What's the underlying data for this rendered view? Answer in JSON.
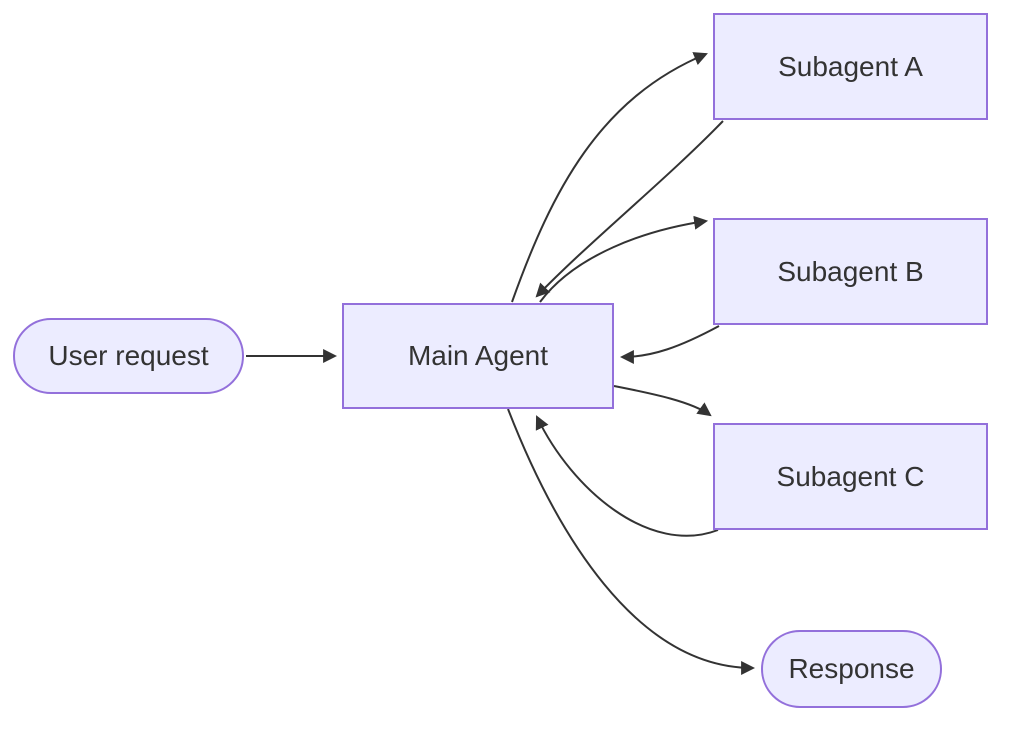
{
  "diagram": {
    "type": "flowchart",
    "direction": "left-to-right",
    "background": "#ffffff",
    "colors": {
      "node_fill": "#ECECFF",
      "node_border": "#9370DB",
      "text": "#333333",
      "edge": "#333333"
    },
    "nodes": {
      "user_request": {
        "label": "User request",
        "shape": "stadium"
      },
      "main_agent": {
        "label": "Main Agent",
        "shape": "rectangle"
      },
      "subagent_a": {
        "label": "Subagent A",
        "shape": "rectangle"
      },
      "subagent_b": {
        "label": "Subagent B",
        "shape": "rectangle"
      },
      "subagent_c": {
        "label": "Subagent C",
        "shape": "rectangle"
      },
      "response": {
        "label": "Response",
        "shape": "stadium"
      }
    },
    "edges": [
      {
        "from": "User request",
        "to": "Main Agent",
        "directed": true
      },
      {
        "from": "Main Agent",
        "to": "Subagent A",
        "directed": true
      },
      {
        "from": "Subagent A",
        "to": "Main Agent",
        "directed": true
      },
      {
        "from": "Main Agent",
        "to": "Subagent B",
        "directed": true
      },
      {
        "from": "Subagent B",
        "to": "Main Agent",
        "directed": true
      },
      {
        "from": "Main Agent",
        "to": "Subagent C",
        "directed": true
      },
      {
        "from": "Subagent C",
        "to": "Main Agent",
        "directed": true
      },
      {
        "from": "Main Agent",
        "to": "Response",
        "directed": true
      }
    ]
  }
}
